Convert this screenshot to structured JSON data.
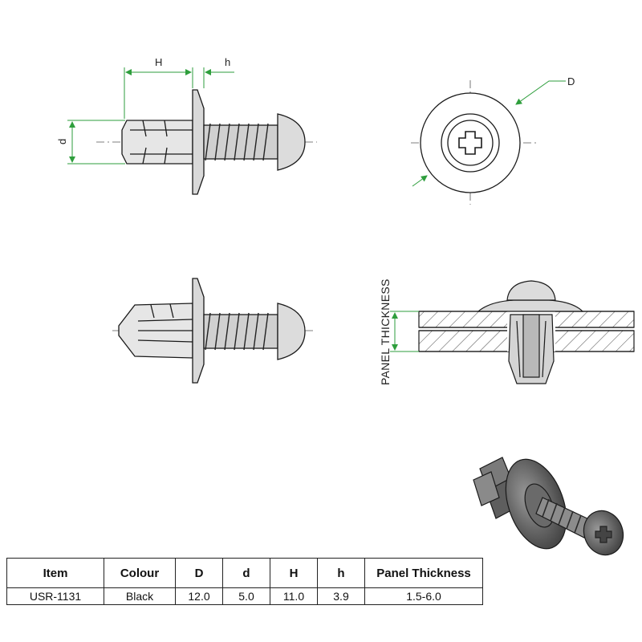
{
  "labels": {
    "H": "H",
    "h": "h",
    "d": "d",
    "D": "D",
    "panel_thickness": "PANEL THICKNESS"
  },
  "colors": {
    "dimension": "#2e9e3c",
    "outline": "#1a1a1a",
    "part_fill": "#d9d9d9"
  },
  "spec_table": {
    "headers": [
      "Item",
      "Colour",
      "D",
      "d",
      "H",
      "h",
      "Panel Thickness"
    ],
    "rows": [
      [
        "USR-1131",
        "Black",
        "12.0",
        "5.0",
        "11.0",
        "3.9",
        "1.5-6.0"
      ]
    ]
  }
}
